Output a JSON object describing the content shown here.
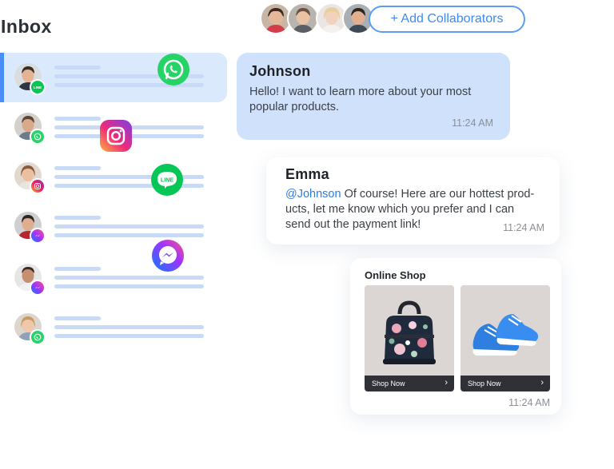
{
  "inbox": {
    "title": "Inbox"
  },
  "collaborators": {
    "add_label": "+ Add Collaborators",
    "avatars": [
      "collaborator-1",
      "collaborator-2",
      "collaborator-3",
      "collaborator-4"
    ]
  },
  "conversations": [
    {
      "channel": "line-icon",
      "active": true
    },
    {
      "channel": "whatsapp-icon",
      "active": false
    },
    {
      "channel": "instagram-icon",
      "active": false
    },
    {
      "channel": "messenger-icon",
      "active": false
    },
    {
      "channel": "messenger-icon",
      "active": false
    },
    {
      "channel": "whatsapp-icon",
      "active": false
    }
  ],
  "floating_channels": [
    "whatsapp-icon",
    "instagram-icon",
    "line-icon",
    "messenger-icon"
  ],
  "chat": {
    "johnson": {
      "sender": "Johnson",
      "text_line1": "Hello! I want to learn more about your most",
      "text_line2": "popular products.",
      "time": "11:24 AM"
    },
    "emma": {
      "sender": "Emma",
      "mention": "@Johnson",
      "text_line1": " Of course! Here are our hottest prod-",
      "text_line2": "ucts, let me know which you prefer and I can",
      "text_line3": "send out the payment link!",
      "time": "11:24 AM"
    },
    "shop": {
      "title": "Online Shop",
      "products": [
        {
          "button": "Shop Now",
          "image": "floral-bag"
        },
        {
          "button": "Shop Now",
          "image": "blue-sneakers"
        }
      ],
      "time": "11:24 AM"
    }
  },
  "colors": {
    "accent": "#4b8df8",
    "active_row": "#dbe9fd",
    "skeleton": "#c9daf6",
    "johnson_bubble": "#cfe1fb",
    "whatsapp": "#25d366",
    "line": "#06c755",
    "mention": "#2f7de1"
  }
}
